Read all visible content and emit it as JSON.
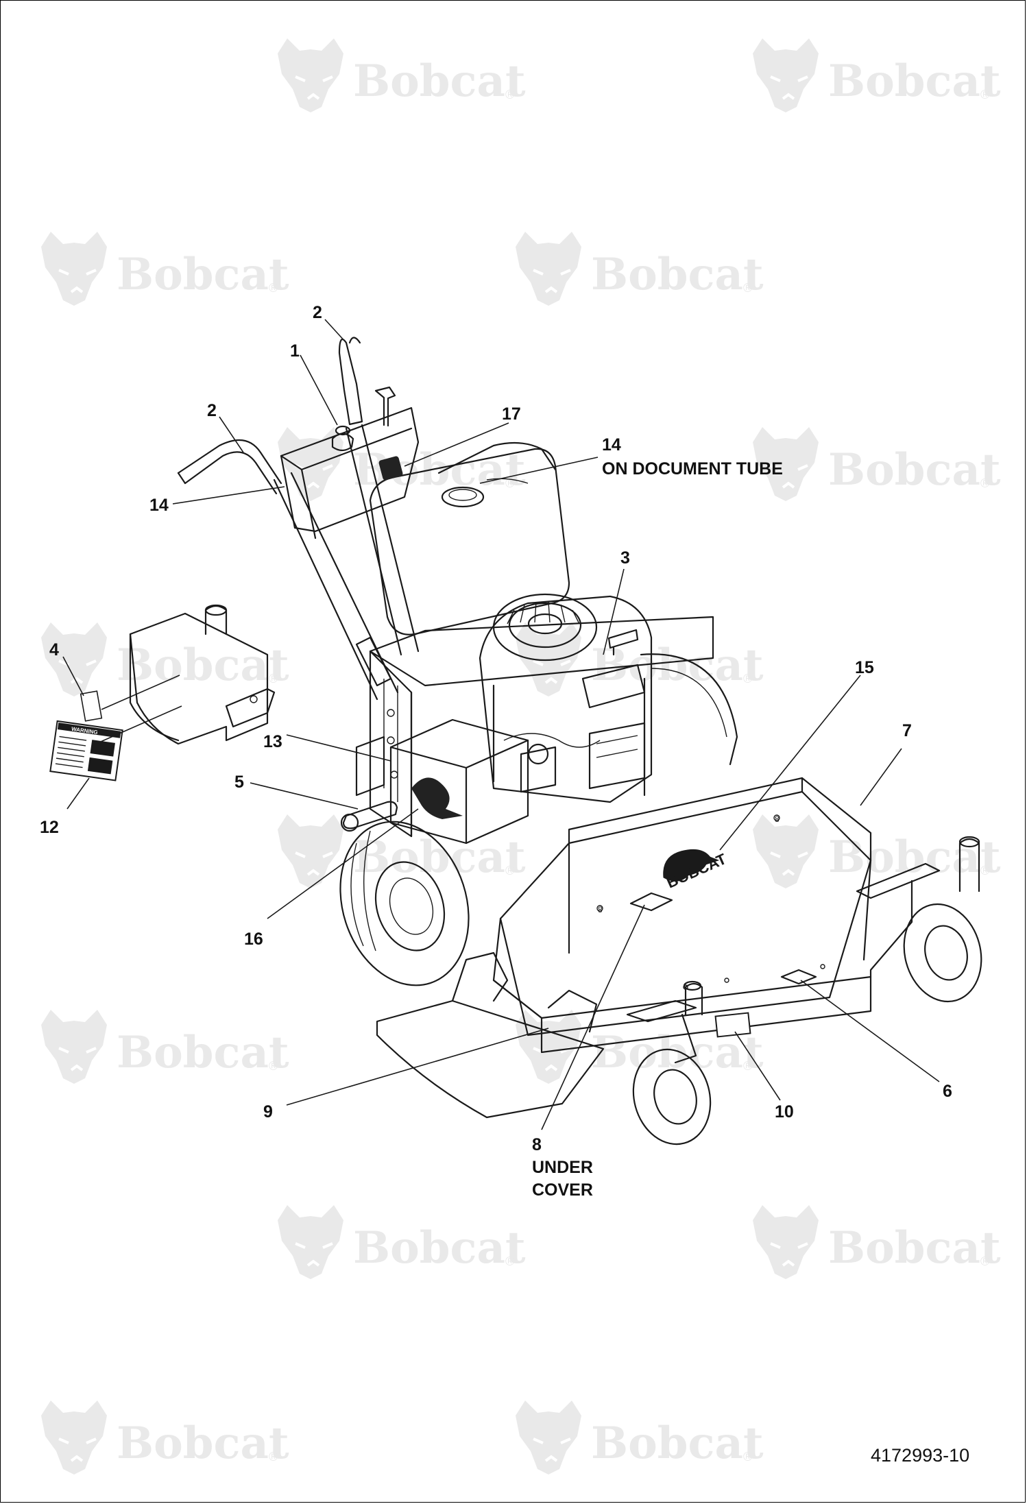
{
  "watermark": {
    "brand": "Bobcat",
    "icon": "bobcat-head-logo-icon",
    "color": "#e9e9e9"
  },
  "callouts": [
    {
      "id": "c1",
      "label": "1"
    },
    {
      "id": "c2a",
      "label": "2"
    },
    {
      "id": "c2b",
      "label": "2"
    },
    {
      "id": "c3",
      "label": "3"
    },
    {
      "id": "c4",
      "label": "4"
    },
    {
      "id": "c5",
      "label": "5"
    },
    {
      "id": "c6",
      "label": "6"
    },
    {
      "id": "c7",
      "label": "7"
    },
    {
      "id": "c8",
      "label": "8",
      "note_lines": [
        "UNDER",
        "COVER"
      ]
    },
    {
      "id": "c9",
      "label": "9"
    },
    {
      "id": "c10",
      "label": "10"
    },
    {
      "id": "c12",
      "label": "12"
    },
    {
      "id": "c13",
      "label": "13"
    },
    {
      "id": "c14a",
      "label": "14"
    },
    {
      "id": "c14b",
      "label": "14",
      "note_lines": [
        "ON DOCUMENT TUBE"
      ]
    },
    {
      "id": "c15",
      "label": "15"
    },
    {
      "id": "c16",
      "label": "16"
    },
    {
      "id": "c17",
      "label": "17"
    }
  ],
  "decal_text": {
    "cover_brand": "BOBCAT",
    "warning_label": "WARNING"
  },
  "part_number": "4172993-10"
}
